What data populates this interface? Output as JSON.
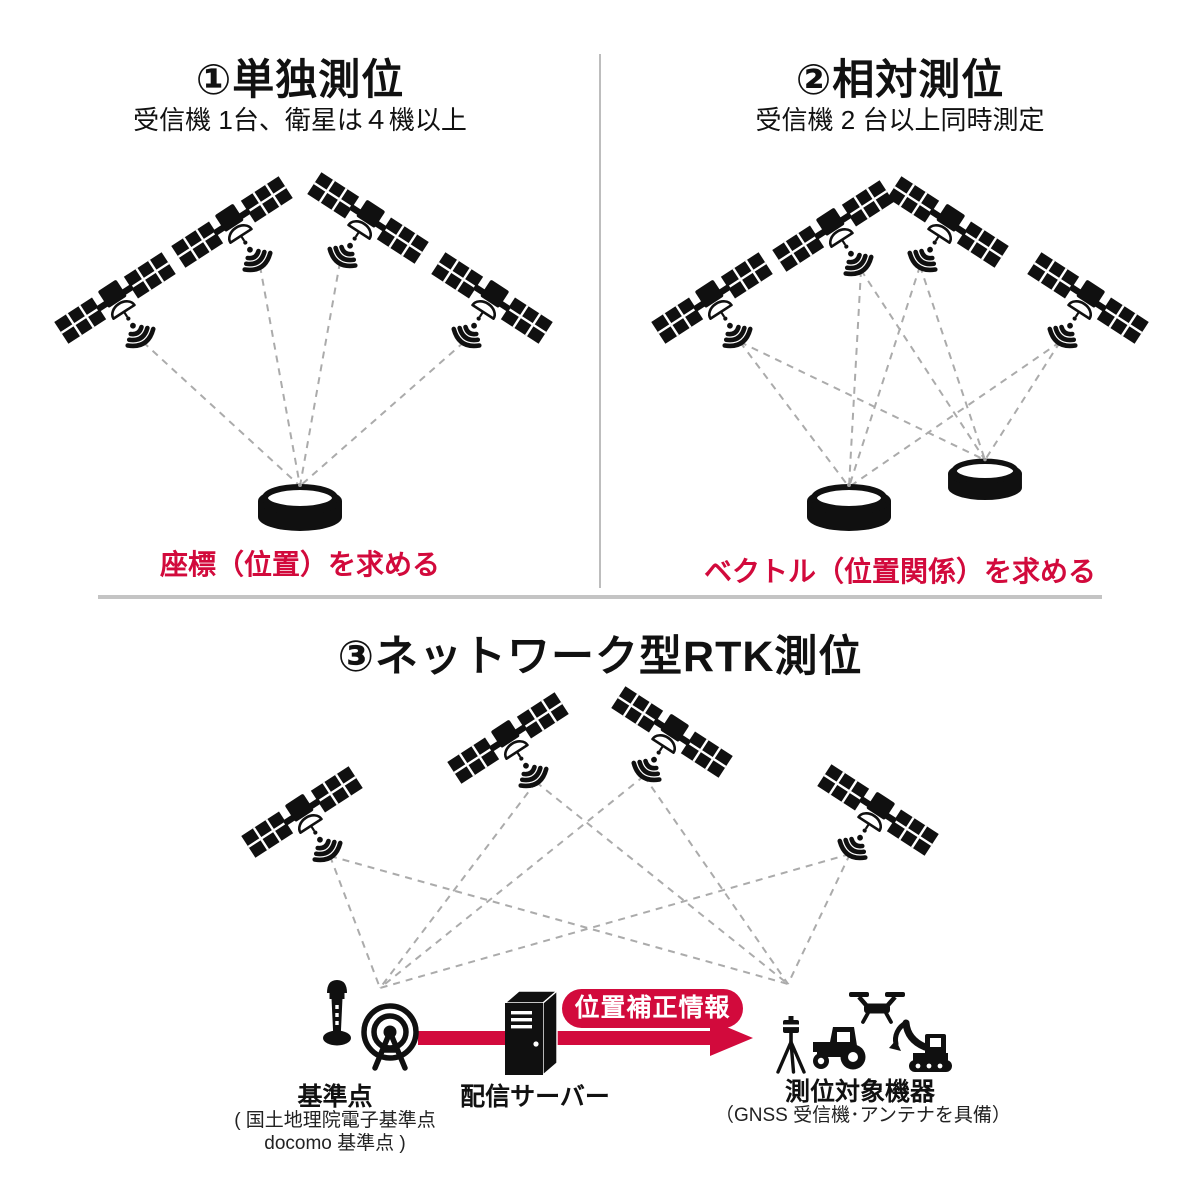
{
  "colors": {
    "accent_red": "#d20a3c",
    "ink_black": "#111111",
    "dash_gray": "#ababab",
    "divider_gray": "#c4c4c4"
  },
  "panels": {
    "single": {
      "title": "①単独測位",
      "subtitle": "受信機 1台、衛星は４機以上",
      "caption": "座標（位置）を求める",
      "satellite_count": 4,
      "receiver_count": 1
    },
    "relative": {
      "title": "②相対測位",
      "subtitle": "受信機 2 台以上同時測定",
      "caption": "ベクトル（位置関係）を求める",
      "satellite_count": 4,
      "receiver_count": 2
    },
    "network_rtk": {
      "title": "③ネットワーク型RTK測位",
      "satellite_count": 4,
      "flow_badge": "位置補正情報",
      "base_station": {
        "label": "基準点",
        "note_line1": "( 国土地理院電子基準点",
        "note_line2": "docomo 基準点 )"
      },
      "server": {
        "label": "配信サーバー"
      },
      "devices": {
        "label": "測位対象機器",
        "note": "（GNSS 受信機･アンテナを具備）"
      }
    }
  },
  "icons": {
    "satellite": "satellite-icon",
    "signal_waves": "radio-waves-icon",
    "receiver_puck": "gnss-antenna-icon",
    "monument": "survey-monument-icon",
    "radio_tower": "broadcast-tower-icon",
    "server_tower": "server-icon",
    "rover_tripod": "gnss-rover-icon",
    "drone": "drone-icon",
    "tractor": "tractor-icon",
    "excavator": "excavator-icon",
    "flow_arrow": "flow-arrow-icon"
  }
}
